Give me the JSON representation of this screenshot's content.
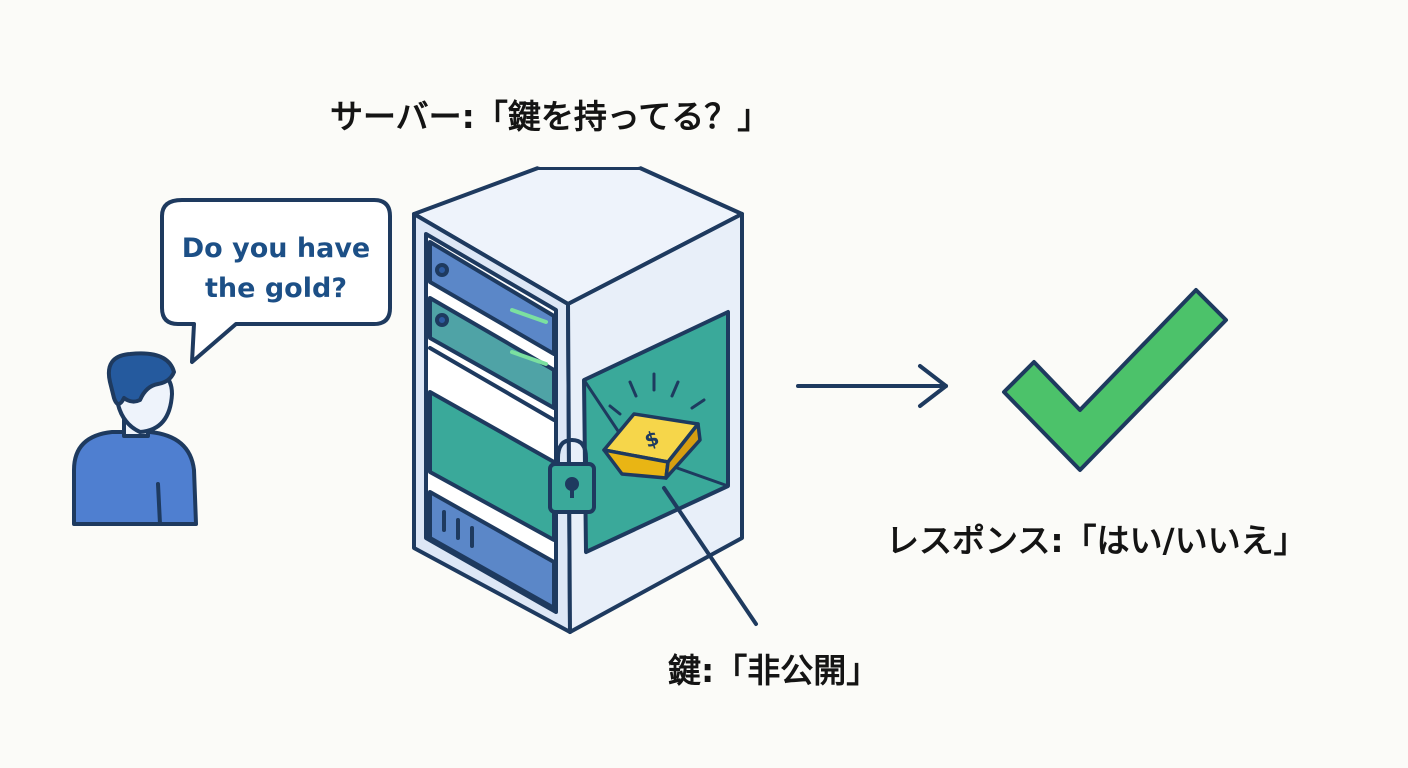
{
  "labels": {
    "server": "サーバー:「鍵を持ってる？」",
    "key": "鍵:「非公開」",
    "response": "レスポンス:「はい/いいえ」"
  },
  "speech_bubble": {
    "line1": "Do you have",
    "line2": "the gold?"
  },
  "colors": {
    "outline": "#1e3a5f",
    "server_blue": "#5b87c8",
    "teal_panel": "#3aa99a",
    "gold": "#f2c21b",
    "check_green": "#4cc26a",
    "person_blue": "#4f7fd0",
    "bubble_text": "#1c4f86"
  },
  "icons": [
    "person-icon",
    "speech-bubble-icon",
    "server-icon",
    "padlock-icon",
    "gold-bar-icon",
    "arrow-right-icon",
    "checkmark-icon"
  ]
}
